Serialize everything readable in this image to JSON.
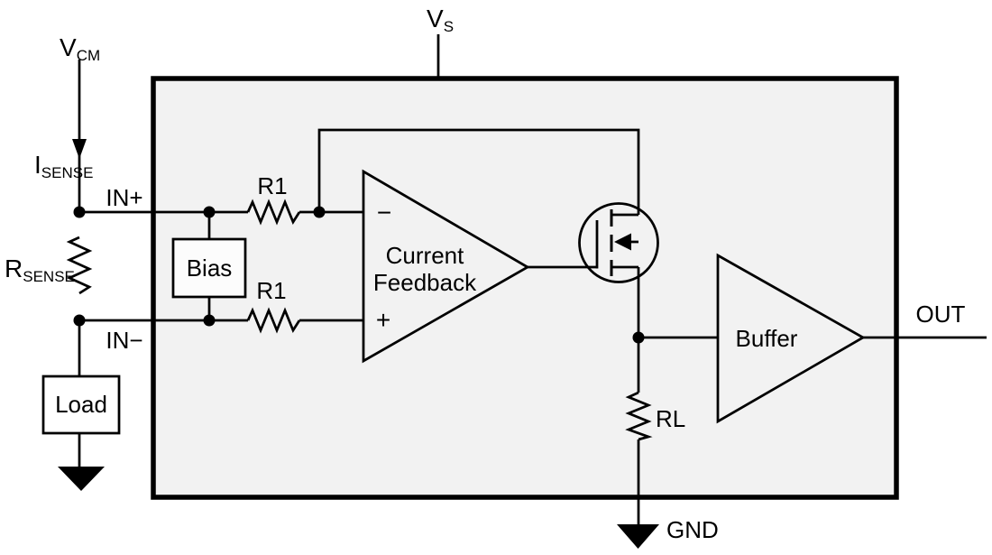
{
  "schematic": {
    "labels": {
      "vs": {
        "main": "V",
        "sub": "S"
      },
      "vcm": {
        "main": "V",
        "sub": "CM"
      },
      "isense": {
        "main": "I",
        "sub": "SENSE"
      },
      "rsense": {
        "main": "R",
        "sub": "SENSE"
      },
      "in_plus": "IN+",
      "in_minus": "IN−",
      "r1_top": "R1",
      "r1_bottom": "R1",
      "bias": "Bias",
      "load": "Load",
      "amp": {
        "line1": "Current",
        "line2": "Feedback",
        "inverting": "−",
        "noninverting": "+"
      },
      "buffer": "Buffer",
      "rl": "RL",
      "out": "OUT",
      "gnd": "GND"
    },
    "colors": {
      "wire": "#000000",
      "chip_fill": "#f2f2f2",
      "inner_box_fill": "#fcfcfc",
      "muted_label": "#9b9b9b",
      "background": "#ffffff"
    }
  }
}
